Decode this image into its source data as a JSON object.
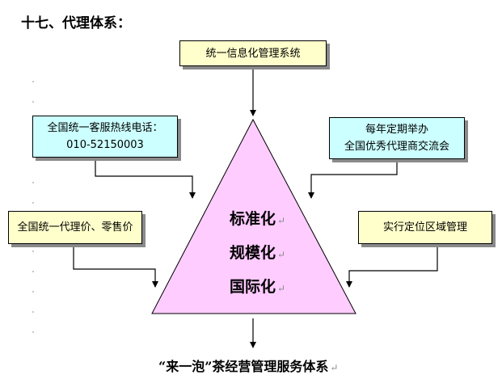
{
  "heading": "十七、代理体系：",
  "boxes": {
    "top": "统一信息化管理系统",
    "hotline_label": "全国统一客服热线电话：",
    "hotline_number": "010-52150003",
    "annual_line1": "每年定期举办",
    "annual_line2": "全国优秀代理商交流会",
    "pricing": "全国统一代理价、零售价",
    "region": "实行定位区域管理"
  },
  "triangle": {
    "items": [
      "标准化",
      "规模化",
      "国际化"
    ],
    "fill": "#ffccff"
  },
  "footer": "“来一泡”茶经营管理服务体系",
  "paragraph_mark": "↵"
}
